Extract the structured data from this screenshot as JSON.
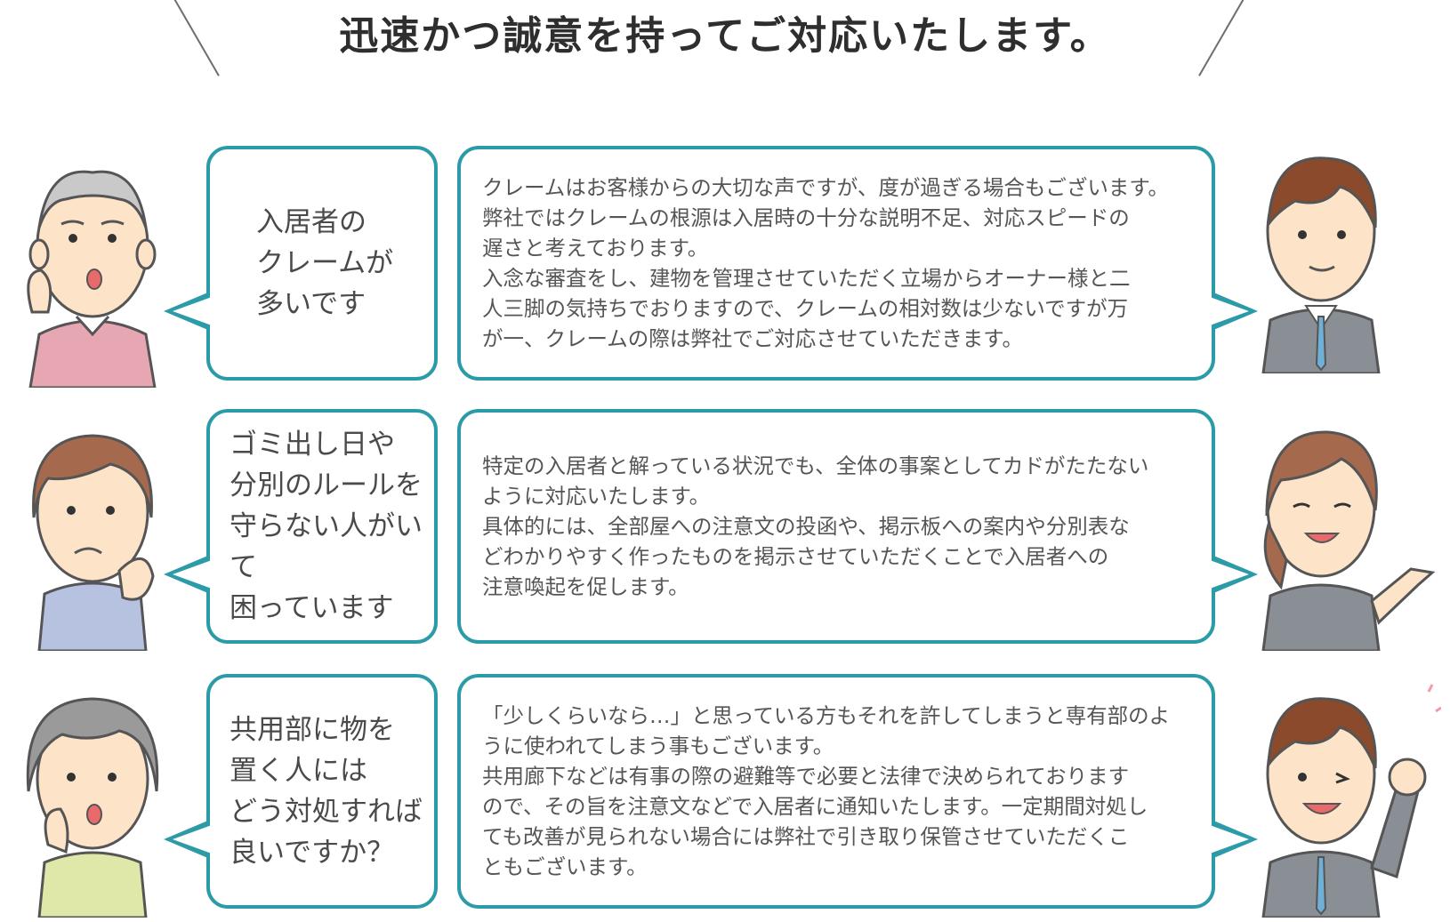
{
  "heading": {
    "title": "迅速かつ誠意を持ってご対応いたします。"
  },
  "rows": [
    {
      "question": "入居者の\nクレームが\n多いです",
      "answer": "クレームはお客様からの大切な声ですが、度が過ぎる場合もございます。\n弊社ではクレームの根源は入居時の十分な説明不足、対応スピードの\n遅さと考えております。\n入念な審査をし、建物を管理させていただく立場からオーナー様と二\n人三脚の気持ちでおりますので、クレームの相対数は少ないですが万\nが一、クレームの際は弊社でご対応させていただきます。"
    },
    {
      "question": "ゴミ出し日や\n分別のルールを\n守らない人がいて\n困っています",
      "answer": "特定の入居者と解っている状況でも、全体の事案としてカドがたたない\nように対応いたします。\n具体的には、全部屋への注意文の投函や、掲示板への案内や分別表な\nどわかりやすく作ったものを掲示させていただくことで入居者への\n注意喚起を促します。"
    },
    {
      "question": "共用部に物を\n置く人には\nどう対処すれば\n良いですか？",
      "answer": "「少しくらいなら…」と思っている方もそれを許してしまうと専有部のよ\nうに使われてしまう事もございます。\n共用廊下などは有事の際の避難等で必要と法律で決められております\nので、その旨を注意文などで入居者に通知いたします。一定期間対処し\nても改善が見られない場合には弊社で引き取り保管させていただくこ\nともございます。"
    }
  ],
  "colors": {
    "accent": "#2c9ba8",
    "text": "#4a4a4a"
  }
}
